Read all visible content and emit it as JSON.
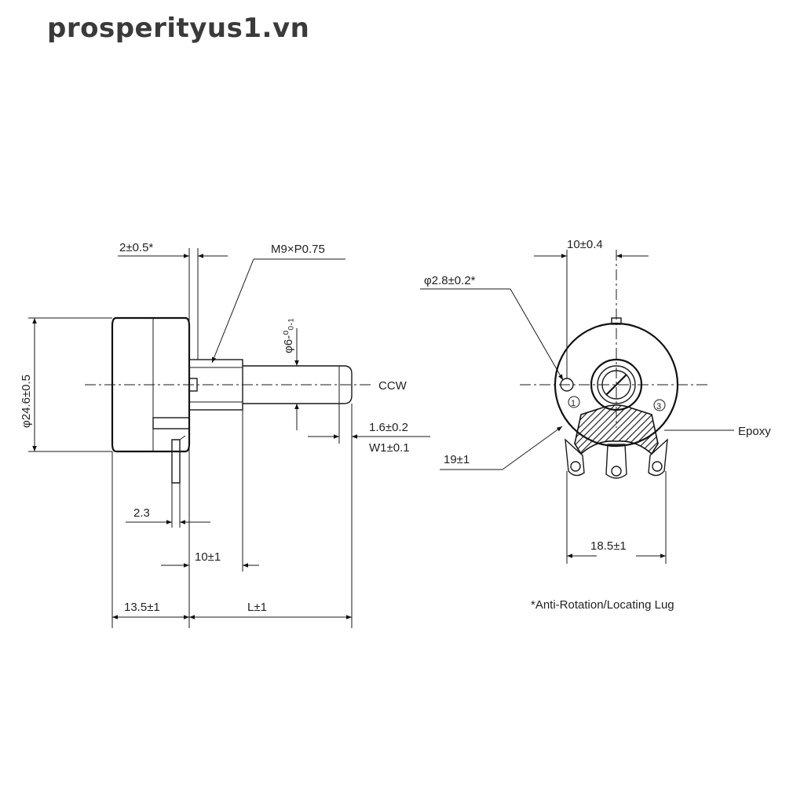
{
  "watermark": "prosperityus1.vn",
  "side_view": {
    "thread_len_label": "2±0.5*",
    "thread_label": "M9×P0.75",
    "shaft_dia_label": "φ6-⁰₀.₁",
    "body_dia_label": "φ24.6±0.5",
    "ccw_label": "CCW",
    "slot_label": "1.6±0.2",
    "flat_label": "W1±0.1",
    "lug_label": "2.3",
    "bushing_label": "10±1",
    "body_len_label": "13.5±1",
    "shaft_len_label": "L±1"
  },
  "front_view": {
    "spacing_label": "10±0.4",
    "hole_label": "φ2.8±0.2*",
    "radius_label": "19±1",
    "epoxy_label": "Epoxy",
    "terminal_span_label": "18.5±1",
    "terminal_1": "1",
    "terminal_3": "3",
    "footnote": "*Anti-Rotation/Locating Lug"
  }
}
